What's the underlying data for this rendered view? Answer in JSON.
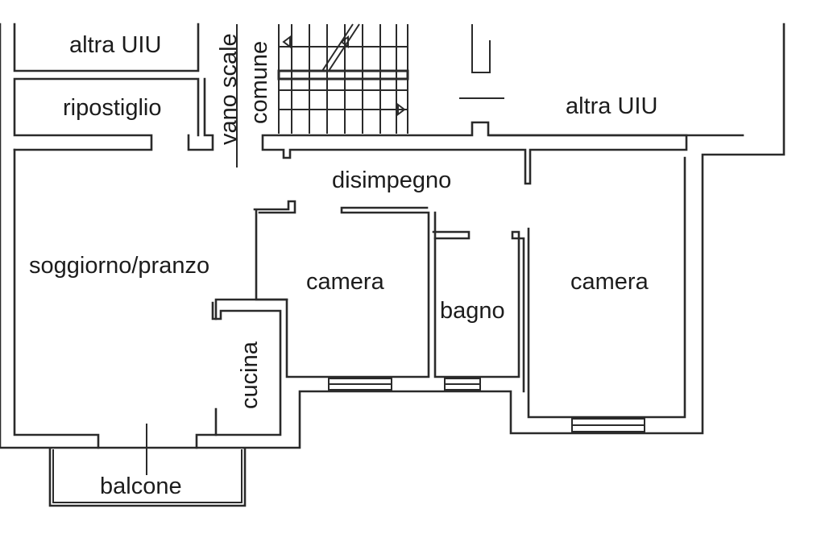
{
  "rooms": {
    "altra_uiu_top": "altra UIU",
    "ripostiglio": "ripostiglio",
    "vano_scale": "vano scale",
    "comune": "comune",
    "altra_uiu_right": "altra UIU",
    "disimpegno": "disimpegno",
    "soggiorno": "soggiorno/pranzo",
    "camera_center": "camera",
    "bagno": "bagno",
    "camera_right": "camera",
    "cucina": "cucina",
    "balcone": "balcone"
  },
  "colors": {
    "wall": "#2a2a2a",
    "background": "#ffffff"
  }
}
